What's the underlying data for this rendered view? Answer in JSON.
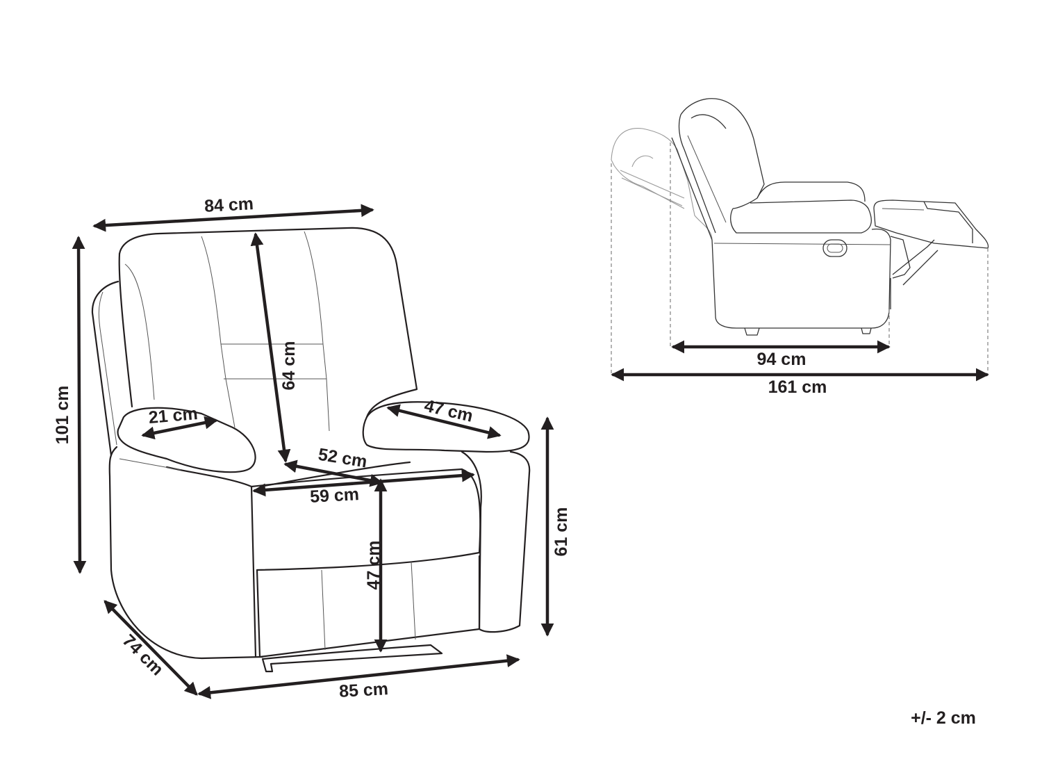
{
  "front_view": {
    "width_top": "84 cm",
    "height_total": "101 cm",
    "backrest_height": "64 cm",
    "armrest_width": "21 cm",
    "armrest_depth": "47 cm",
    "seat_depth": "52 cm",
    "seat_width": "59 cm",
    "seat_height": "47 cm",
    "armrest_height": "61 cm",
    "depth": "74 cm",
    "width_bottom": "85 cm"
  },
  "side_view": {
    "depth_upright": "94 cm",
    "depth_reclined": "161 cm"
  },
  "tolerance": "+/- 2 cm"
}
